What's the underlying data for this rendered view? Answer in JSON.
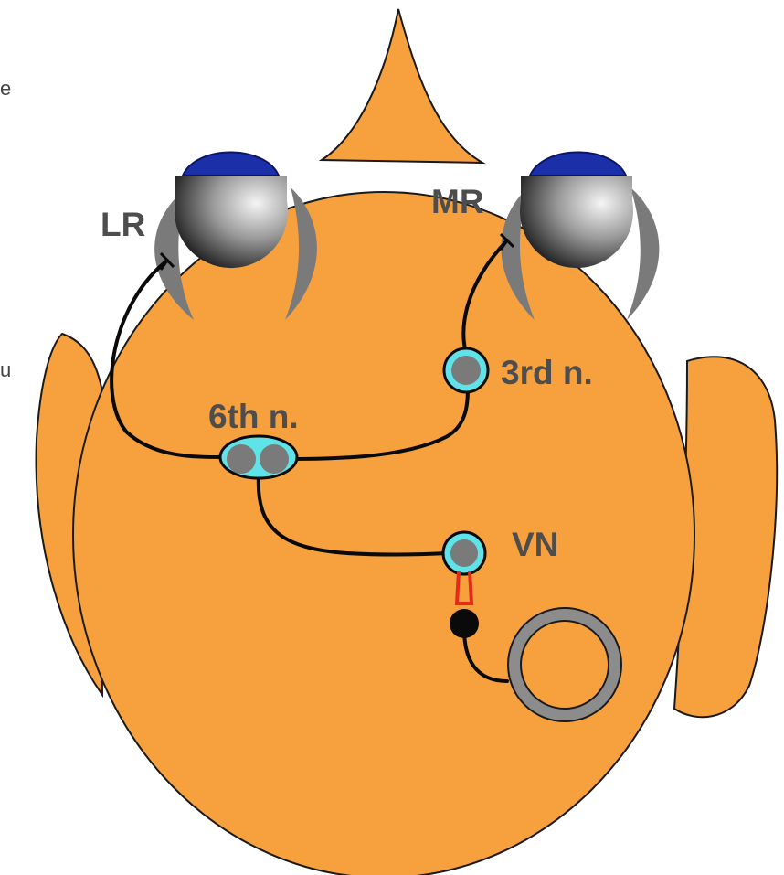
{
  "labels": {
    "lateral_rectus": "LR",
    "medial_rectus": "MR",
    "sixth_nerve": "6th n.",
    "third_nerve": "3rd n.",
    "vestibular_nucleus": "VN"
  },
  "colors": {
    "head": "#f7a13e",
    "head_outline": "#1a1a1a",
    "eyeball_light": "#f2f2f2",
    "eyeball_dark": "#111111",
    "pupil": "#1a2fa8",
    "muscle": "#7a7a7a",
    "nucleus_halo": "#5fe3e8",
    "neuron": "#7a7a7a",
    "synapse": "#e52a1a",
    "canal": "#8c8c8c"
  }
}
